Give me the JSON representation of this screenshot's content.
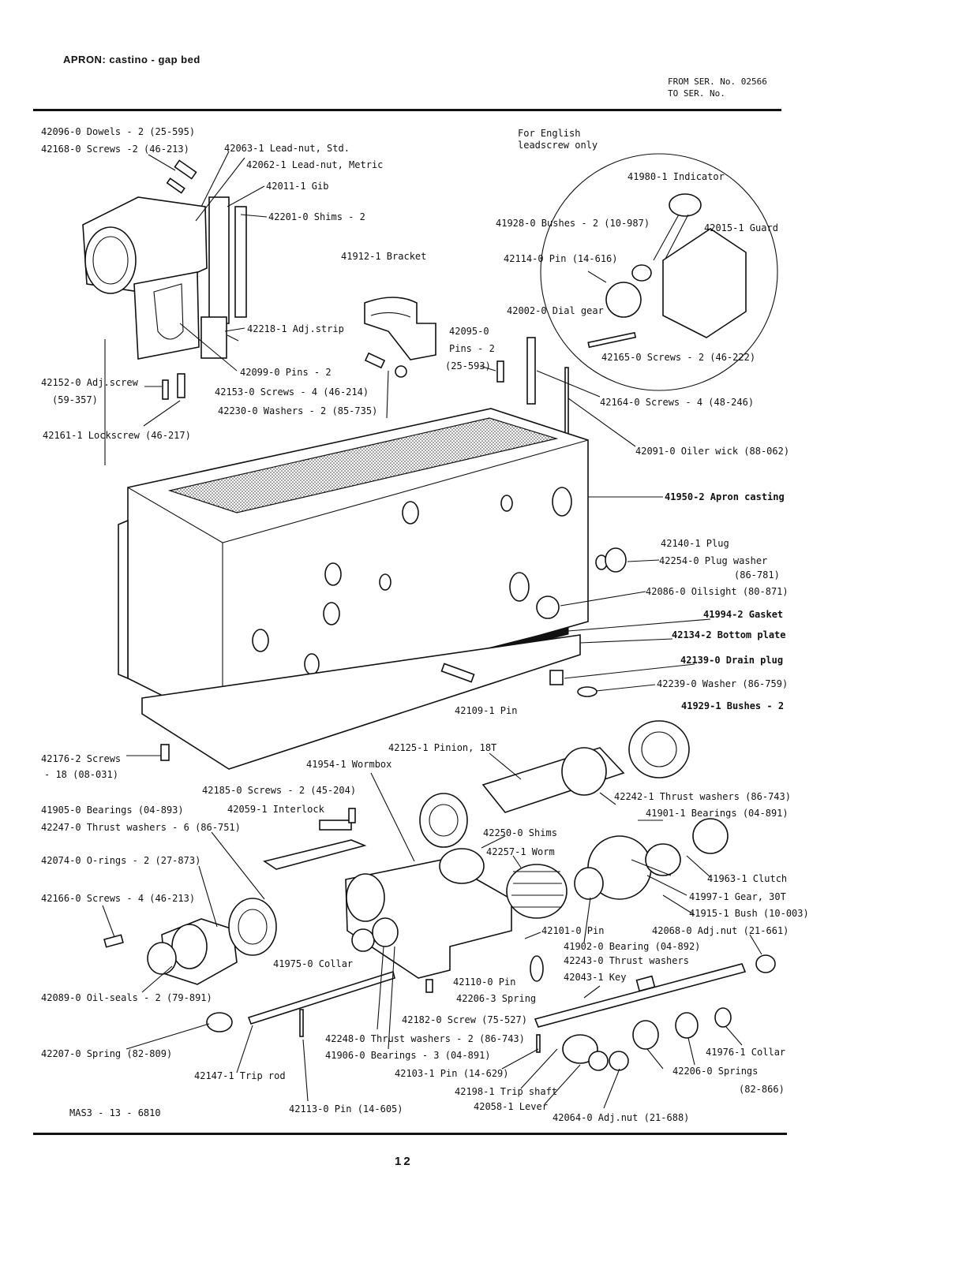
{
  "header": {
    "title": "APRON: castino - gap bed",
    "serial_from": "FROM SER. No. 02566",
    "serial_to": "TO SER. No."
  },
  "note": {
    "line1": "For English",
    "line2": "leadscrew only"
  },
  "labels": {
    "l42096": "42096-0 Dowels - 2 (25-595)",
    "l42168": "42168-0 Screws -2 (46-213)",
    "l42063": "42063-1 Lead-nut, Std.",
    "l42062": "42062-1 Lead-nut, Metric",
    "l42011": "42011-1 Gib",
    "l42201": "42201-0 Shims - 2",
    "l41912": "41912-1 Bracket",
    "l42218": "42218-1 Adj.strip",
    "l42095a": "42095-0",
    "l42095b": "Pins - 2",
    "l42095c": "(25-593)",
    "l42099": "42099-0 Pins - 2",
    "l42153": "42153-0 Screws - 4 (46-214)",
    "l42230": "42230-0 Washers - 2 (85-735)",
    "l42152a": "42152-0 Adj.screw",
    "l42152b": "(59-357)",
    "l42161": "42161-1 Lockscrew (46-217)",
    "l41980": "41980-1 Indicator",
    "l41928": "41928-0 Bushes - 2 (10-987)",
    "l42015": "42015-1 Guard",
    "l42114": "42114-0 Pin (14-616)",
    "l42002": "42002-0 Dial gear",
    "l42165": "42165-0 Screws - 2 (46-222)",
    "l42164": "42164-0 Screws - 4 (48-246)",
    "l42091": "42091-0 Oiler wick (88-062)",
    "l41950": "41950-2 Apron casting",
    "l42140": "42140-1 Plug",
    "l42254a": "42254-0 Plug washer",
    "l42254b": "(86-781)",
    "l42086": "42086-0 Oilsight (80-871)",
    "l41994": "41994-2 Gasket",
    "l42134": "42134-2 Bottom plate",
    "l42139": "42139-0 Drain plug",
    "l42239": "42239-0 Washer (86-759)",
    "l41929": "41929-1 Bushes - 2",
    "l42109": "42109-1 Pin",
    "l42176a": "42176-2 Screws",
    "l42176b": "- 18 (08-031)",
    "l42125": "42125-1 Pinion, 18T",
    "l41954": "41954-1 Wormbox",
    "l42242": "42242-1 Thrust washers (86-743)",
    "l41901": "41901-1 Bearings (04-891)",
    "l42185": "42185-0 Screws - 2 (45-204)",
    "l42059": "42059-1 Interlock",
    "l41905": "41905-0 Bearings (04-893)",
    "l42247": "42247-0 Thrust washers - 6 (86-751)",
    "l42250": "42250-0 Shims",
    "l42257": "42257-1 Worm",
    "l42074": "42074-0 O-rings - 2 (27-873)",
    "l41963": "41963-1 Clutch",
    "l41997": "41997-1 Gear, 30T",
    "l42166": "42166-0 Screws - 4 (46-213)",
    "l41915": "41915-1 Bush (10-003)",
    "l42068": "42068-0 Adj.nut (21-661)",
    "l42101": "42101-0 Pin",
    "l41902": "41902-0 Bearing (04-892)",
    "l42243": "42243-0 Thrust washers",
    "l41975": "41975-0 Collar",
    "l42110": "42110-0 Pin",
    "l42043": "42043-1 Key",
    "l42206a": "42206-3 Spring",
    "l42089": "42089-0 Oil-seals - 2 (79-891)",
    "l42182": "42182-0 Screw (75-527)",
    "l42207": "42207-0 Spring (82-809)",
    "l42248": "42248-0 Thrust washers - 2 (86-743)",
    "l41906": "41906-0 Bearings - 3 (04-891)",
    "l41976": "41976-1 Collar",
    "l42147": "42147-1 Trip rod",
    "l42103": "42103-1 Pin (14-629)",
    "l42206b": "42206-0 Springs",
    "l42206c": "(82-866)",
    "l42198": "42198-1 Trip shaft",
    "l42058": "42058-1 Lever",
    "l42113": "42113-0 Pin (14-605)",
    "l42064": "42064-0 Adj.nut (21-688)"
  },
  "footer": {
    "code": "MAS3 - 13 - 6810",
    "page_number": "12"
  }
}
